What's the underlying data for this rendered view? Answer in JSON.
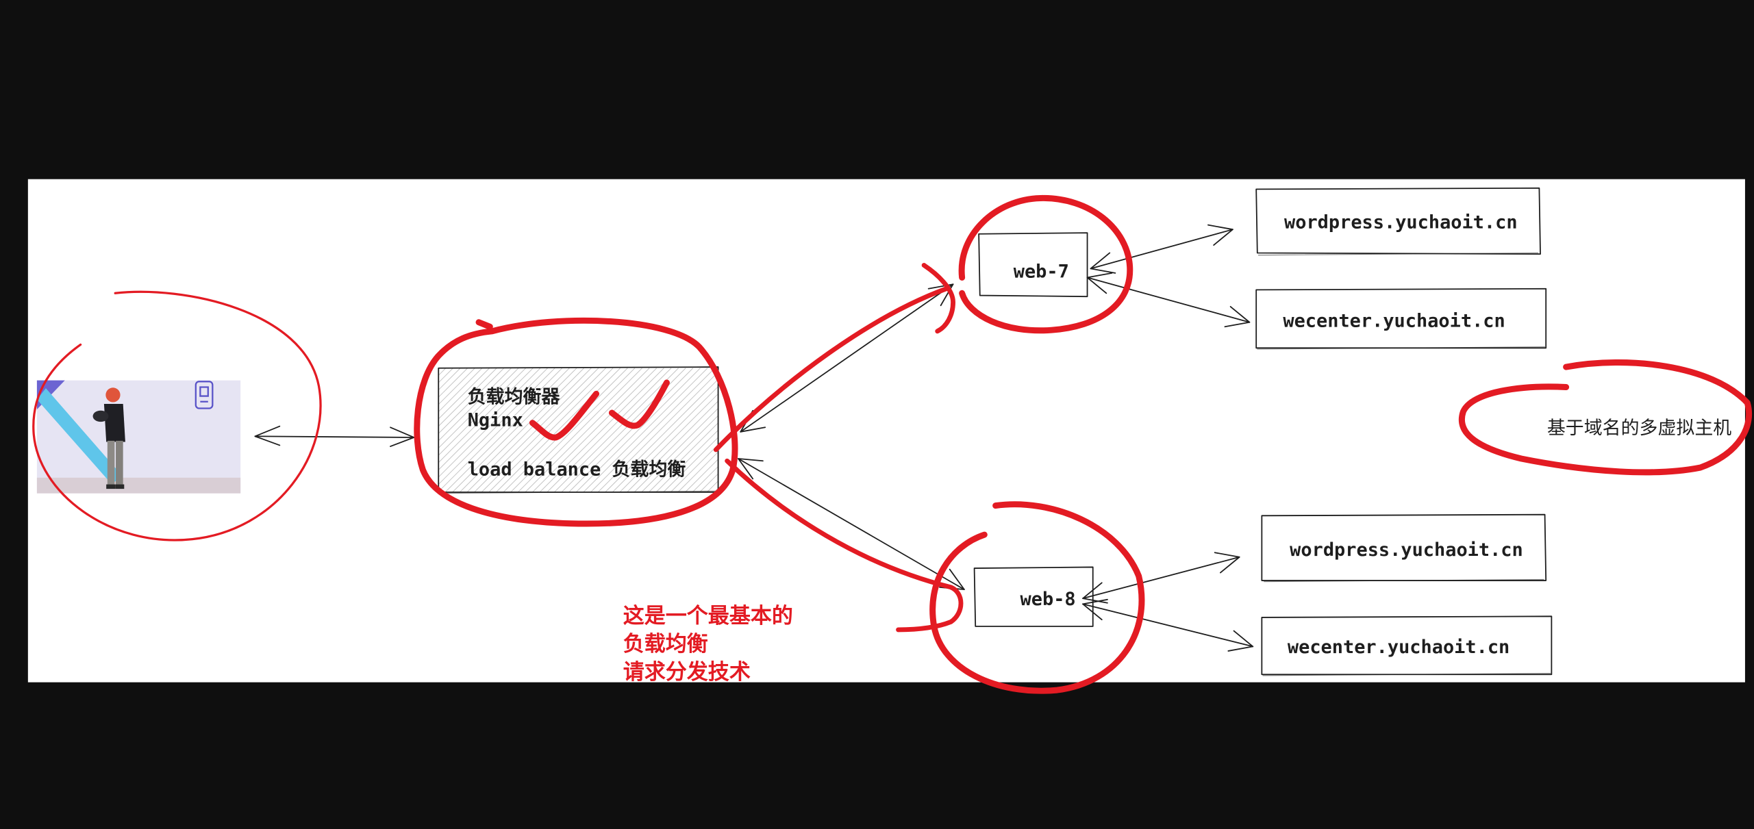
{
  "colors": {
    "background": "#0f0f0f",
    "canvas": "#ffffff",
    "ink": "#1e1e1e",
    "marker_red": "#e31b23",
    "hatch": "#c4c4c4"
  },
  "load_balancer": {
    "title": "负载均衡器",
    "software": "Nginx",
    "caption": "load balance 负载均衡"
  },
  "servers": [
    {
      "label": "web-7",
      "sites": [
        "wordpress.yuchaoit.cn",
        "wecenter.yuchaoit.cn"
      ]
    },
    {
      "label": "web-8",
      "sites": [
        "wordpress.yuchaoit.cn",
        "wecenter.yuchaoit.cn"
      ]
    }
  ],
  "annotations": {
    "summary_note": [
      "这是一个最基本的",
      "负载均衡",
      "请求分发技术"
    ],
    "vhost_note": "基于域名的多虚拟主机"
  }
}
